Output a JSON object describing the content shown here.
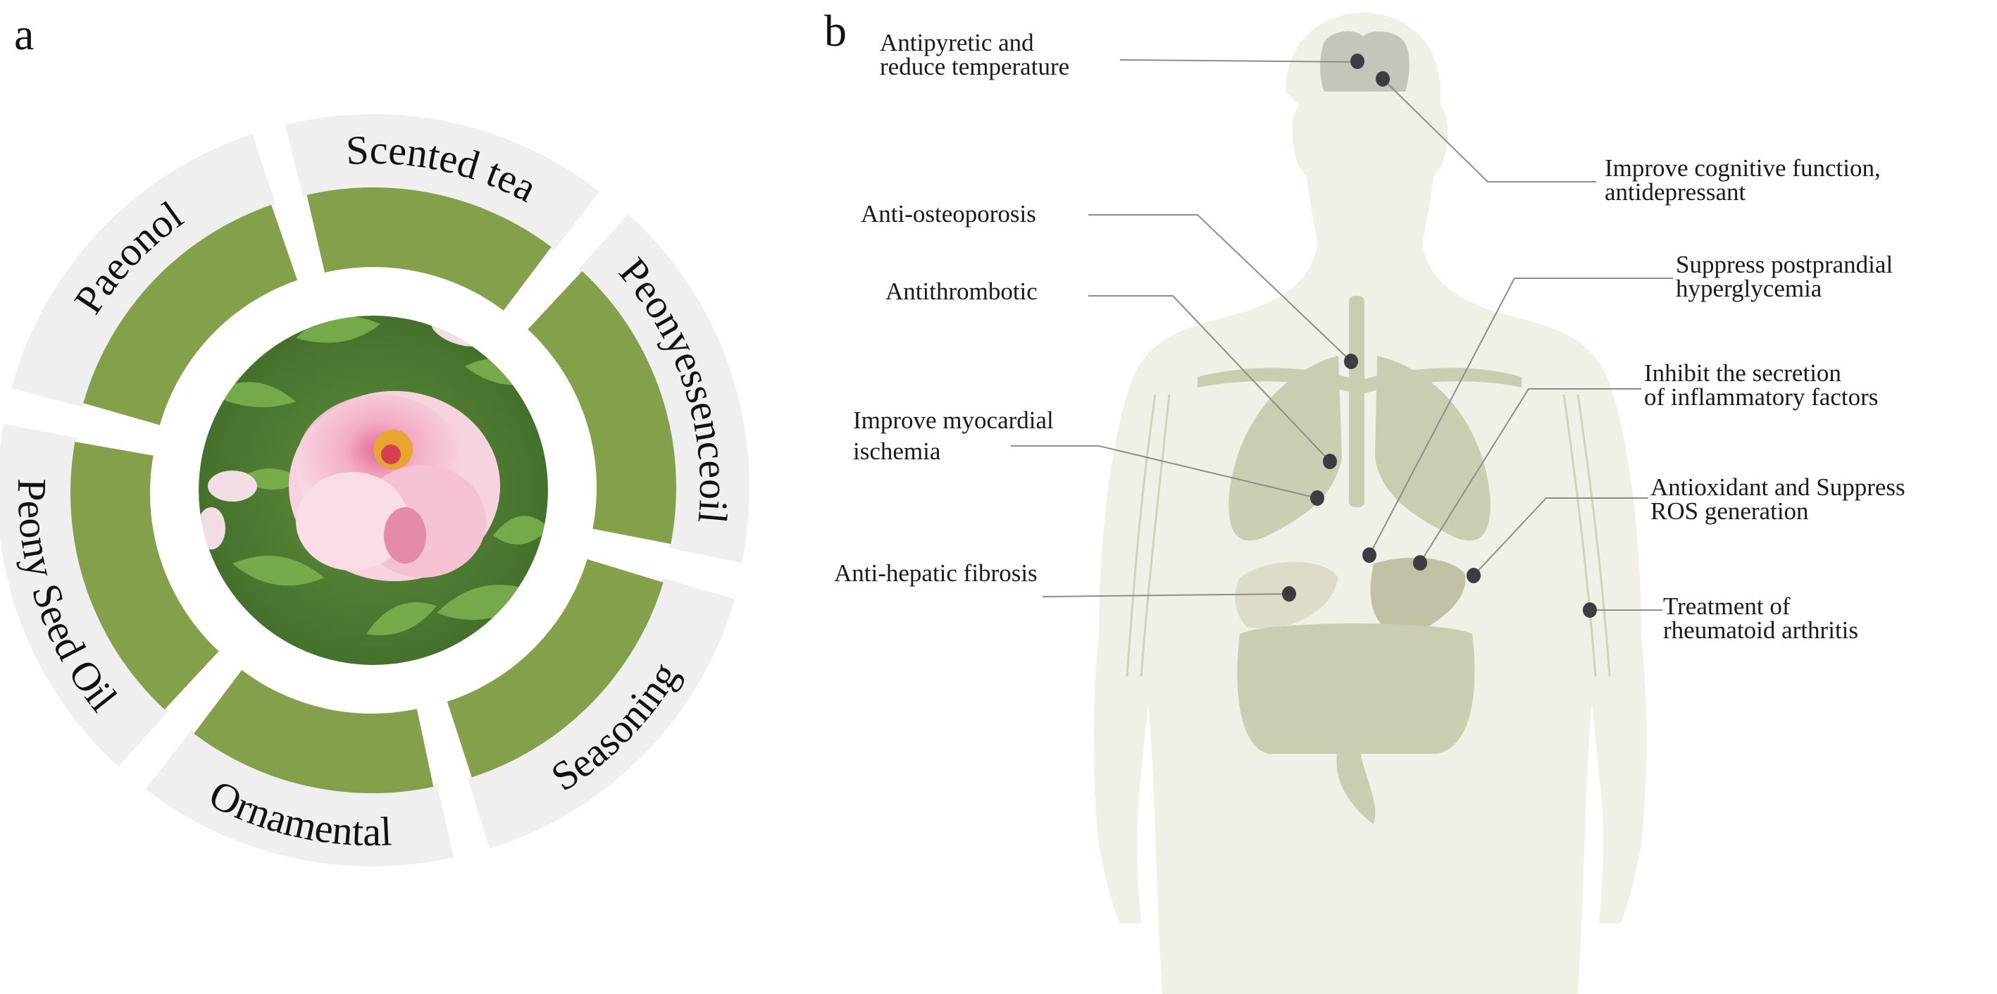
{
  "panels": {
    "a": {
      "letter": "a",
      "center_image": "peony-flower-photo",
      "colors": {
        "inner_ring": "#84a04a",
        "outer_ring": "#efefef",
        "background": "#ffffff"
      },
      "segments": [
        {
          "label": "Paeonol"
        },
        {
          "label": "Scented tea"
        },
        {
          "label": "Peonyessenceoil"
        },
        {
          "label": "Seasoning"
        },
        {
          "label": "Ornamental"
        },
        {
          "label": "Peony Seed Oil"
        }
      ]
    },
    "b": {
      "letter": "b",
      "figure": "human-body-anatomy",
      "colors": {
        "body": "#f0f0e6",
        "organs": "#c9c9ae",
        "brain": "#c7c5bb",
        "dot": "#3e3c40",
        "leader": "#8e8e88"
      },
      "callouts": [
        {
          "lines": [
            "Antipyretic and",
            "reduce temperature"
          ],
          "target": "brain"
        },
        {
          "lines": [
            "Improve cognitive function,",
            "antidepressant"
          ],
          "target": "brain"
        },
        {
          "lines": [
            "Anti-osteoporosis"
          ],
          "target": "spine"
        },
        {
          "lines": [
            "Suppress postprandial",
            "hyperglycemia"
          ],
          "target": "pancreas"
        },
        {
          "lines": [
            "Antithrombotic"
          ],
          "target": "heart"
        },
        {
          "lines": [
            "Inhibit the secretion",
            "of inflammatory factors"
          ],
          "target": "stomach"
        },
        {
          "lines": [
            "Improve myocardial",
            "ischemia"
          ],
          "target": "heart"
        },
        {
          "lines": [
            "Antioxidant and Suppress",
            "ROS generation"
          ],
          "target": "spleen"
        },
        {
          "lines": [
            "Anti-hepatic fibrosis"
          ],
          "target": "liver"
        },
        {
          "lines": [
            "Treatment of",
            "rheumatoid arthritis"
          ],
          "target": "arm-joint"
        }
      ]
    }
  }
}
